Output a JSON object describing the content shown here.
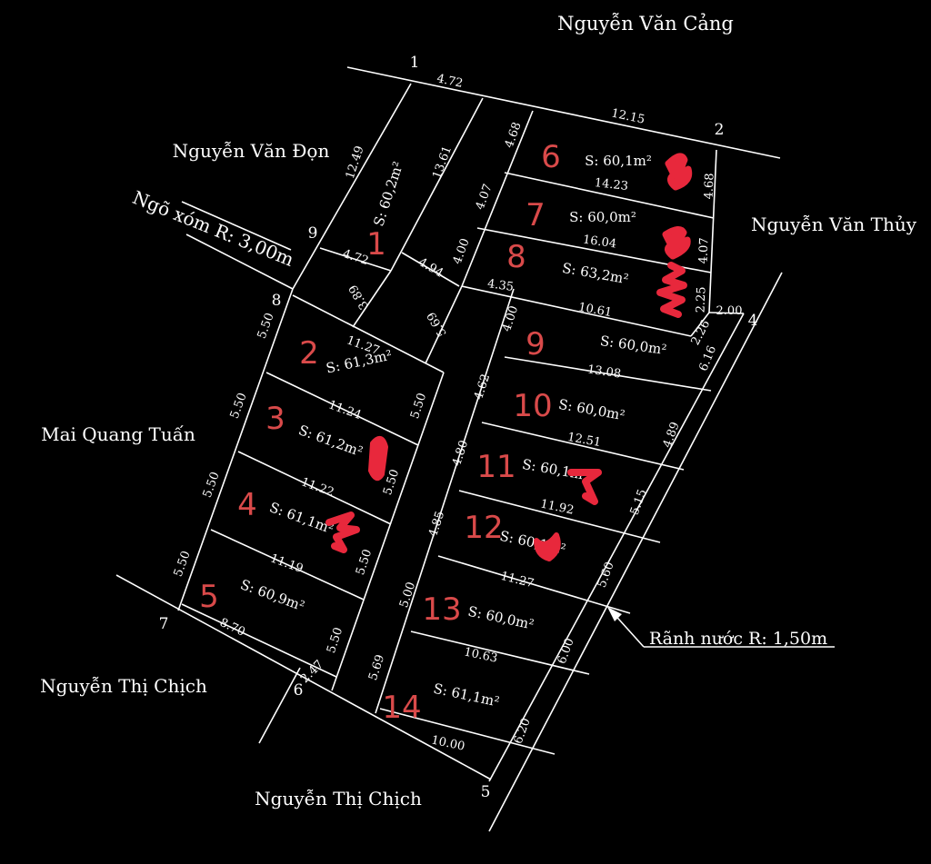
{
  "colors": {
    "background": "#000000",
    "lines": "#ffffff",
    "lot_numbers": "#d94a4a",
    "marks": "#e8283c"
  },
  "neighbors": {
    "top": "Nguyễn Văn Cảng",
    "left_top": "Nguyễn Văn Đọn",
    "alley": "Ngõ xóm R: 3,00m",
    "right": "Nguyễn Văn Thủy",
    "left": "Mai Quang Tuấn",
    "bottom_left": "Nguyễn Thị Chịch",
    "bottom": "Nguyễn Thị Chịch",
    "ditch": "Rãnh nước R: 1,50m"
  },
  "corners": [
    "1",
    "2",
    "4",
    "5",
    "6",
    "7",
    "8",
    "9"
  ],
  "lots": [
    {
      "id": "1",
      "area": "S: 60,2m²"
    },
    {
      "id": "2",
      "area": "S: 61,3m²"
    },
    {
      "id": "3",
      "area": "S: 61,2m²"
    },
    {
      "id": "4",
      "area": "S: 61,1m²"
    },
    {
      "id": "5",
      "area": "S: 60,9m²"
    },
    {
      "id": "6",
      "area": "S: 60,1m²"
    },
    {
      "id": "7",
      "area": "S: 60,0m²"
    },
    {
      "id": "8",
      "area": "S: 63,2m²"
    },
    {
      "id": "9",
      "area": "S: 60,0m²"
    },
    {
      "id": "10",
      "area": "S: 60,0m²"
    },
    {
      "id": "11",
      "area": "S: 60,1m²"
    },
    {
      "id": "12",
      "area": "S: 60,1m²"
    },
    {
      "id": "13",
      "area": "S: 60,0m²"
    },
    {
      "id": "14",
      "area": "S: 61,1m²"
    }
  ],
  "dimensions": [
    "4.72",
    "12.15",
    "12.49",
    "13.61",
    "4.68",
    "4.07",
    "4.00",
    "4.94",
    "4.35",
    "4.72",
    "3.89",
    "5.69",
    "14.23",
    "16.04",
    "10.61",
    "4.68",
    "4.07",
    "2.25",
    "2.00",
    "2.26",
    "6.16",
    "5.50",
    "11.27",
    "5.50",
    "11.24",
    "5.50",
    "11.22",
    "5.50",
    "11.19",
    "5.50",
    "5.50",
    "5.50",
    "5.50",
    "8.70",
    "2.47",
    "4.00",
    "13.08",
    "4.62",
    "12.51",
    "4.80",
    "11.92",
    "4.85",
    "11.27",
    "5.00",
    "10.63",
    "5.69",
    "10.00",
    "4.89",
    "5.15",
    "5.60",
    "6.00",
    "6.20"
  ]
}
